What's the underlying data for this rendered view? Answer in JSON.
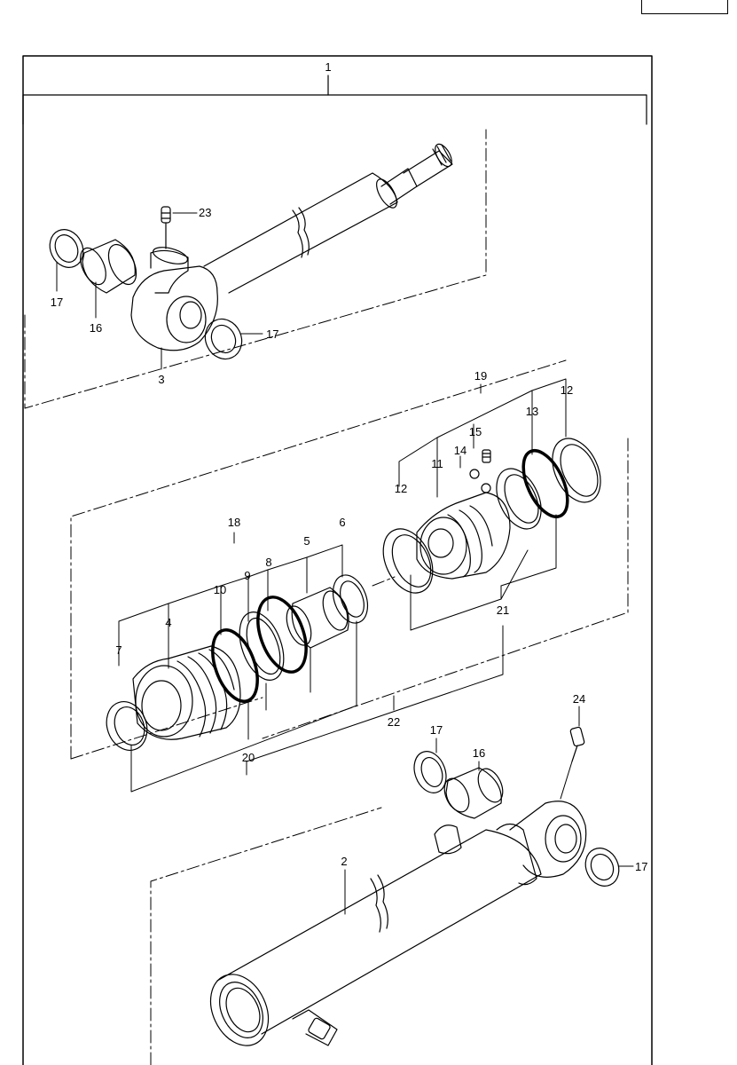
{
  "assembly_label": "1",
  "callouts": {
    "c2": "2",
    "c3": "3",
    "c4": "4",
    "c5": "5",
    "c6": "6",
    "c7": "7",
    "c8": "8",
    "c9": "9",
    "c10": "10",
    "c11": "11",
    "c12a": "12",
    "c12b": "12",
    "c13": "13",
    "c14": "14",
    "c15": "15",
    "c16a": "16",
    "c16b": "16",
    "c17a": "17",
    "c17b": "17",
    "c17c": "17",
    "c17d": "17",
    "c18": "18",
    "c19": "19",
    "c20": "20",
    "c21": "21",
    "c22": "22",
    "c23": "23",
    "c24": "24"
  }
}
